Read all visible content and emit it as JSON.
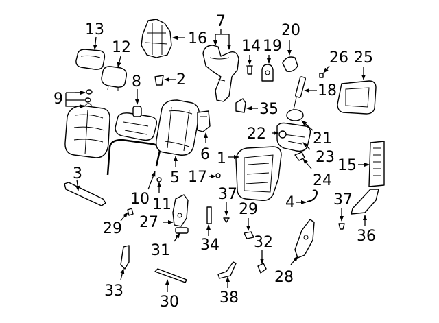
{
  "callouts": [
    {
      "id": "c1",
      "text": "1"
    },
    {
      "id": "c2",
      "text": "2"
    },
    {
      "id": "c3",
      "text": "3"
    },
    {
      "id": "c4",
      "text": "4"
    },
    {
      "id": "c5",
      "text": "5"
    },
    {
      "id": "c6",
      "text": "6"
    },
    {
      "id": "c7",
      "text": "7"
    },
    {
      "id": "c8",
      "text": "8"
    },
    {
      "id": "c9",
      "text": "9"
    },
    {
      "id": "c10",
      "text": "10"
    },
    {
      "id": "c11",
      "text": "11"
    },
    {
      "id": "c12",
      "text": "12"
    },
    {
      "id": "c13",
      "text": "13"
    },
    {
      "id": "c14",
      "text": "14"
    },
    {
      "id": "c15",
      "text": "15"
    },
    {
      "id": "c16",
      "text": "16"
    },
    {
      "id": "c17",
      "text": "17"
    },
    {
      "id": "c18",
      "text": "18"
    },
    {
      "id": "c19",
      "text": "19"
    },
    {
      "id": "c20",
      "text": "20"
    },
    {
      "id": "c21",
      "text": "21"
    },
    {
      "id": "c22",
      "text": "22"
    },
    {
      "id": "c23",
      "text": "23"
    },
    {
      "id": "c24",
      "text": "24"
    },
    {
      "id": "c25",
      "text": "25"
    },
    {
      "id": "c26",
      "text": "26"
    },
    {
      "id": "c27",
      "text": "27"
    },
    {
      "id": "c28",
      "text": "28"
    },
    {
      "id": "c29a",
      "text": "29"
    },
    {
      "id": "c29b",
      "text": "29"
    },
    {
      "id": "c30",
      "text": "30"
    },
    {
      "id": "c31",
      "text": "31"
    },
    {
      "id": "c32",
      "text": "32"
    },
    {
      "id": "c33",
      "text": "33"
    },
    {
      "id": "c34",
      "text": "34"
    },
    {
      "id": "c35",
      "text": "35"
    },
    {
      "id": "c36",
      "text": "36"
    },
    {
      "id": "c37a",
      "text": "37"
    },
    {
      "id": "c37b",
      "text": "37"
    }
  ]
}
